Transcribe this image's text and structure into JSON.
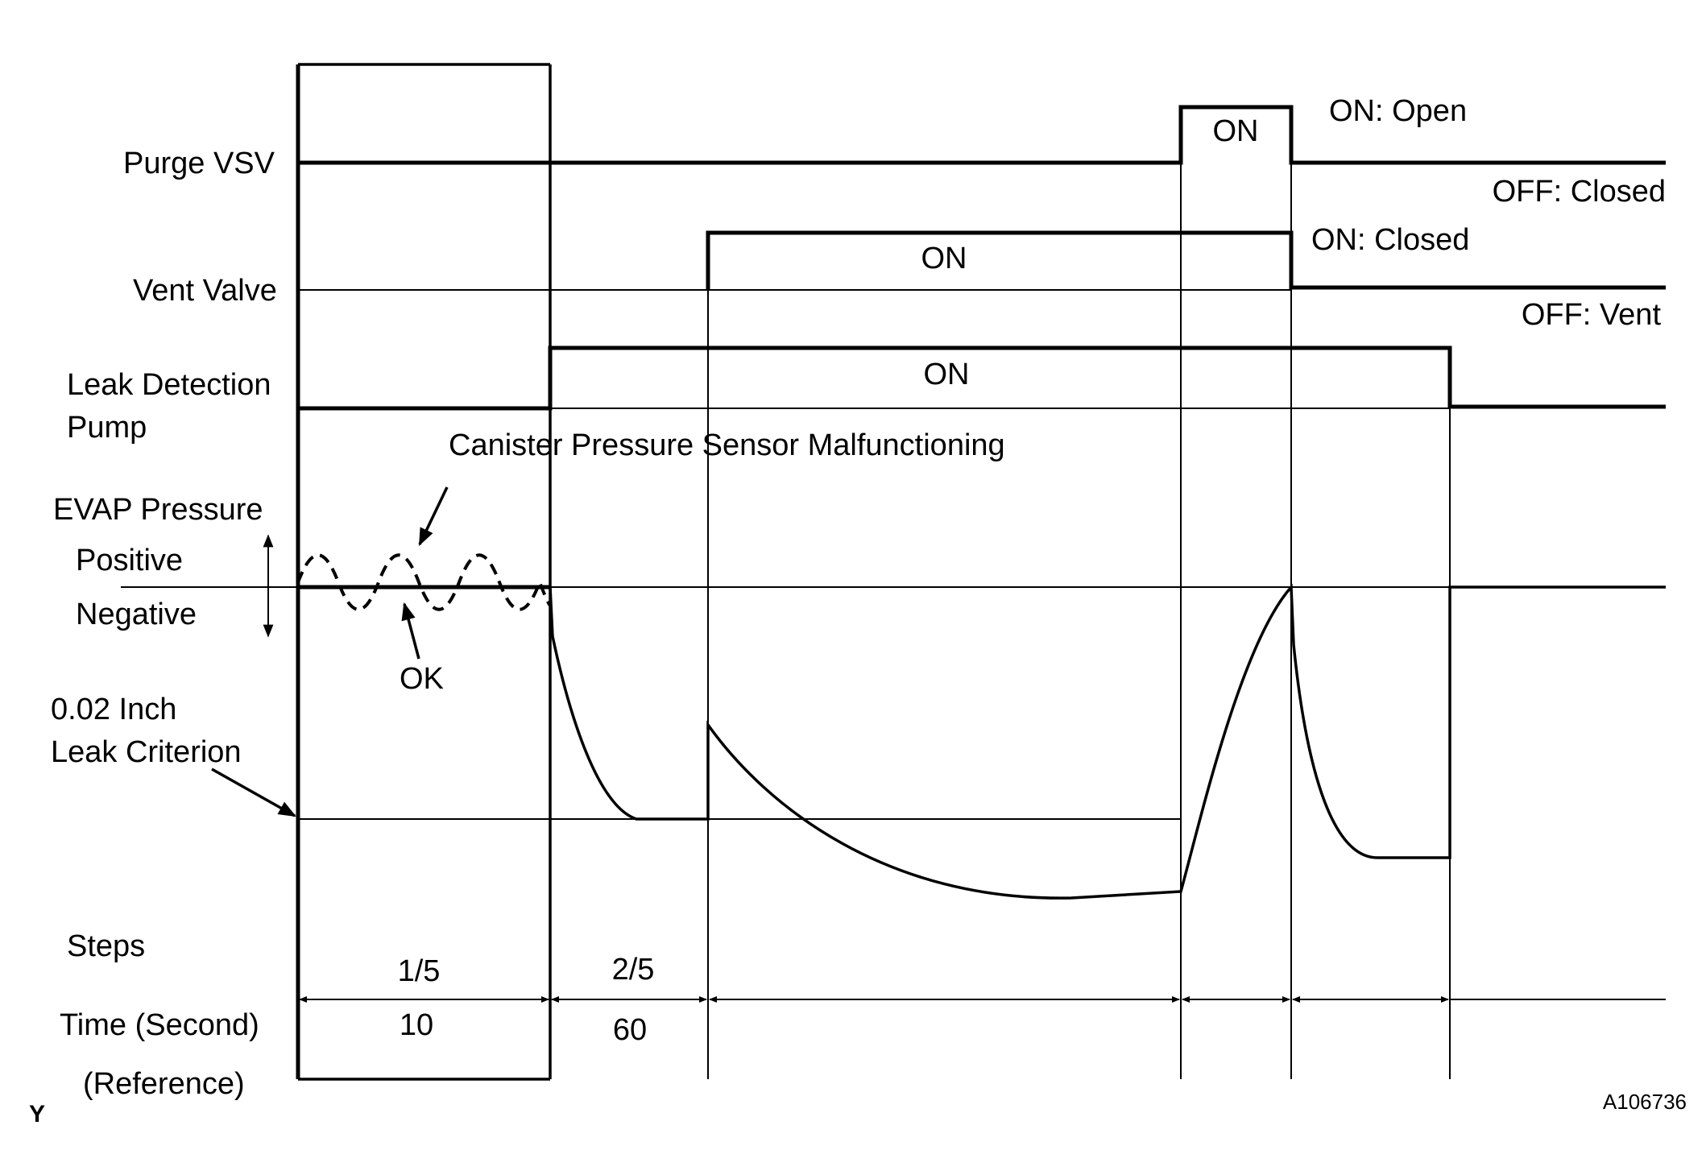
{
  "signals": {
    "purge_vsv": "Purge VSV",
    "vent_valve": "Vent Valve",
    "leak_pump_line1": "Leak Detection",
    "leak_pump_line2": "Pump",
    "evap_pressure": "EVAP Pressure",
    "positive": "Positive",
    "negative": "Negative",
    "criterion_line1": "0.02 Inch",
    "criterion_line2": "Leak Criterion",
    "steps": "Steps",
    "time_label": "Time (Second)",
    "reference": "(Reference)"
  },
  "states": {
    "purge_on": "ON",
    "purge_on_desc": "ON: Open",
    "purge_off_desc": "OFF: Closed",
    "vent_on": "ON",
    "vent_on_desc": "ON: Closed",
    "vent_off_desc": "OFF: Vent",
    "pump_on": "ON"
  },
  "annotations": {
    "malfunction": "Canister Pressure Sensor Malfunctioning",
    "ok": "OK"
  },
  "steps": [
    {
      "step": "1/5",
      "time": "10"
    },
    {
      "step": "2/5",
      "time": "60"
    }
  ],
  "figure": {
    "id": "A106736",
    "corner": "Y"
  }
}
